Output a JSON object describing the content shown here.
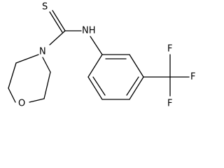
{
  "structure": {
    "atoms": {
      "thione_sulfur": "S",
      "amide_nitrogen": "NH",
      "morpholine_nitrogen": "N",
      "morpholine_oxygen": "O",
      "fluorine_1": "F",
      "fluorine_2": "F",
      "fluorine_3": "F"
    }
  }
}
